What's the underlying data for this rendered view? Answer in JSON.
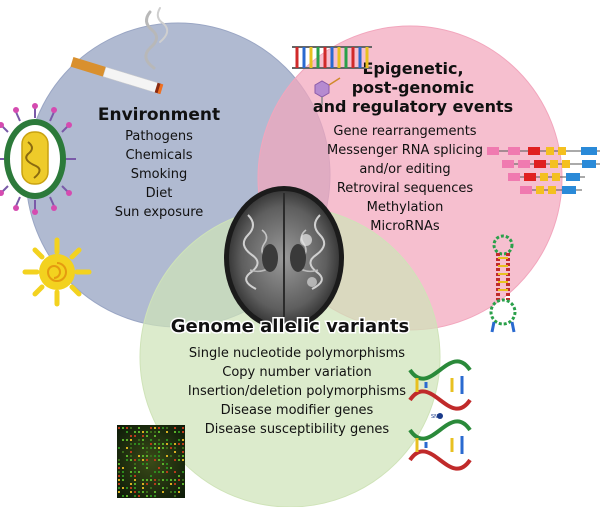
{
  "diagram": {
    "circles": {
      "environment": {
        "title": "Environment",
        "items": [
          "Pathogens",
          "Chemicals",
          "Smoking",
          "Diet",
          "Sun exposure"
        ],
        "fill": "#9aa6c4"
      },
      "epigenetic": {
        "title_lines": [
          "Epigenetic,",
          "post-genomic",
          "and regulatory events"
        ],
        "items": [
          "Gene rearrangements",
          "Messenger RNA splicing",
          "and/or editing",
          "Retroviral sequences",
          "Methylation",
          "MicroRNAs"
        ],
        "fill": "#f2a6bd"
      },
      "genome": {
        "title": "Genome allelic variants",
        "items": [
          "Single nucleotide polymorphisms",
          "Copy number variation",
          "Insertion/deletion polymorphisms",
          "Disease modifier genes",
          "Disease susceptibility genes"
        ],
        "fill": "#cfe3b8"
      }
    },
    "icons": {
      "cigarette": "cigarette-icon",
      "virus": "virus-icon",
      "sun": "sun-icon",
      "dna_ladder": "dna-ladder-icon",
      "exon_splicing": "exon-splicing-icon",
      "microrna_hairpin": "microrna-hairpin-icon",
      "dna_helix": "dna-helix-icon",
      "microarray": "microarray-icon",
      "brain_mri": "brain-mri-icon"
    },
    "dna_helix_label": "SNP"
  }
}
